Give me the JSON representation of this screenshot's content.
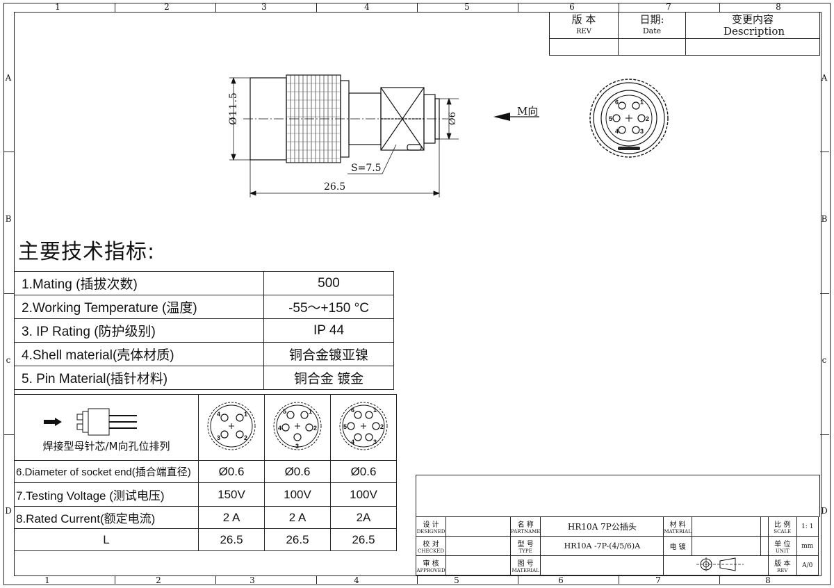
{
  "zones": {
    "top_cols": [
      "1",
      "2",
      "3",
      "4",
      "5",
      "6",
      "7",
      "8"
    ],
    "bottom_cols": [
      "1",
      "2",
      "3",
      "4",
      "5",
      "6",
      "7",
      "8"
    ],
    "rows": [
      "A",
      "B",
      "c",
      "D"
    ]
  },
  "revision_block": {
    "rev_cn": "版 本",
    "rev_en": "REV",
    "date_cn": "日期:",
    "date_en": "Date",
    "desc_cn": "变更内容",
    "desc_en": "Description"
  },
  "drawing": {
    "dia_body": "Ø11.5",
    "dia_tail": "Ø6",
    "wrench": "S=7.5",
    "length": "26.5",
    "view_label": "M向",
    "pin_numbers_7": [
      "1",
      "2",
      "3",
      "4",
      "5",
      "6",
      "+"
    ]
  },
  "spec": {
    "title": "主要技术指标:",
    "rows": [
      {
        "label": "1.Mating (插拔次数)",
        "value": "500"
      },
      {
        "label": "2.Working Temperature (温度)",
        "value": "-55～+150 °C"
      },
      {
        "label": "3. IP Rating (防护级别)",
        "value": "IP 44"
      },
      {
        "label": "4.Shell material(壳体材质)",
        "value": "铜合金镀亚镍"
      },
      {
        "label": "5. Pin Material(插针材料)",
        "value": "铜合金 镀金"
      }
    ]
  },
  "grid": {
    "pin_caption": "焊接型母针芯/M向孔位排列",
    "layouts": [
      {
        "pins": [
          "4",
          "1",
          "3",
          "2",
          "+"
        ]
      },
      {
        "pins": [
          "5",
          "1",
          "4",
          "2",
          "3",
          "+"
        ]
      },
      {
        "pins": [
          "6",
          "1",
          "5",
          "2",
          "4",
          "3",
          "+"
        ]
      }
    ],
    "rows": [
      {
        "label": "6.Diameter of socket end(插合端直径)",
        "values": [
          "Ø0.6",
          "Ø0.6",
          "Ø0.6"
        ]
      },
      {
        "label": "7.Testing Voltage (测试电压)",
        "values": [
          "150V",
          "100V",
          "100V"
        ]
      },
      {
        "label": "8.Rated Current(额定电流)",
        "values": [
          "2 A",
          "2 A",
          "2A"
        ]
      },
      {
        "label": "L",
        "values": [
          "26.5",
          "26.5",
          "26.5"
        ]
      }
    ]
  },
  "title_block": {
    "designed_cn": "设 计",
    "designed_en": "DESIGNED",
    "checked_cn": "校 对",
    "checked_en": "CHECKED",
    "approved_cn": "审 核",
    "approved_en": "APPROVED",
    "partname_cn": "名 称",
    "partname_en": "PARTNAME",
    "partname": "HR10A 7P公插头",
    "type_cn": "型 号",
    "type_en": "TYPE",
    "type": "HR10A -7P-(4/5/6)A",
    "material_no_cn": "图 号",
    "material_no_en": "MATERIAL",
    "material_cn": "材 料",
    "material_en": "MATERIAL",
    "finish": "电 镀",
    "scale_cn": "比 例",
    "scale_en": "SCALE",
    "scale": "1: 1",
    "unit_cn": "单 位",
    "unit_en": "UNIT",
    "unit": "mm",
    "rev_cn": "版 本",
    "rev_en": "REV",
    "rev": "A/0"
  }
}
